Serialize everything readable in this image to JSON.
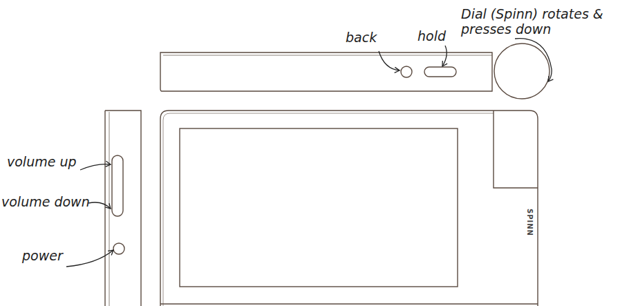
{
  "diagram": {
    "labels": [
      "Dial (Spinn) rotates & presses down",
      "back",
      "hold",
      "volume up",
      "volume down",
      "power",
      "SPINN"
    ]
  }
}
